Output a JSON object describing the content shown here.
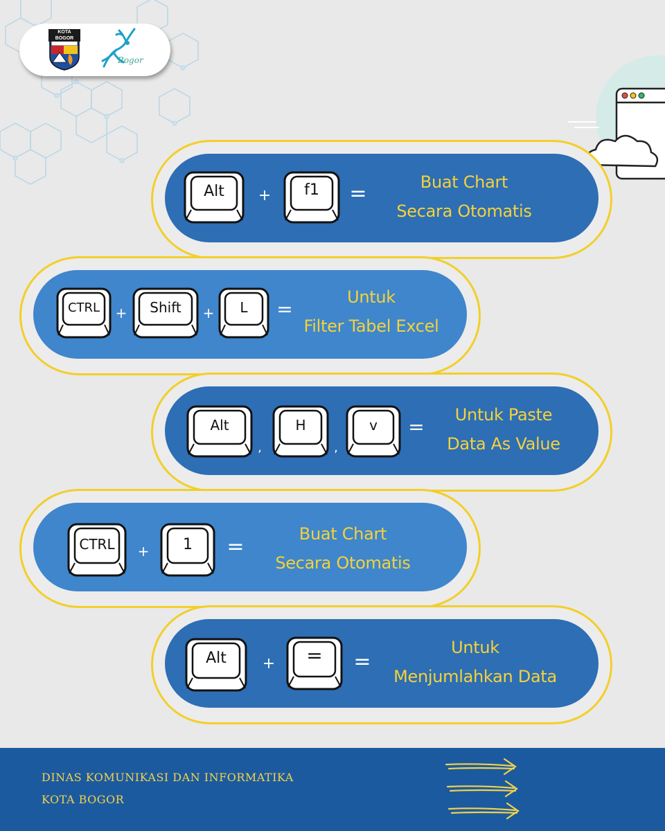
{
  "header": {
    "crest_label": "KOTA BOGOR",
    "logo_text": "Bogor"
  },
  "shortcuts": [
    {
      "keys": [
        "Alt",
        "f1"
      ],
      "operators": [
        "+",
        "="
      ],
      "caption": [
        "Buat Chart",
        "Secara Otomatis"
      ]
    },
    {
      "keys": [
        "CTRL",
        "Shift",
        "L"
      ],
      "operators": [
        "+",
        "+",
        "="
      ],
      "caption": [
        "Untuk",
        "Filter Tabel Excel"
      ]
    },
    {
      "keys": [
        "Alt",
        "H",
        "v"
      ],
      "operators": [
        ",",
        ",",
        "="
      ],
      "caption": [
        "Untuk Paste",
        "Data As Value"
      ]
    },
    {
      "keys": [
        "CTRL",
        "1"
      ],
      "operators": [
        "+",
        "="
      ],
      "caption": [
        "Buat Chart",
        "Secara Otomatis"
      ]
    },
    {
      "keys": [
        "Alt",
        "="
      ],
      "operators": [
        "+",
        "="
      ],
      "caption": [
        "Untuk",
        "Menjumlahkan Data"
      ]
    }
  ],
  "footer": {
    "line1": "DINAS KOMUNIKASI DAN INFORMATIKA",
    "line2": "KOTA BOGOR"
  },
  "colors": {
    "pill_dark": "#2d6eb5",
    "pill_light": "#3f86cc",
    "accent_yellow": "#f2cf2a",
    "caption_yellow": "#f5d23a",
    "footer_blue": "#1c5aa0"
  }
}
